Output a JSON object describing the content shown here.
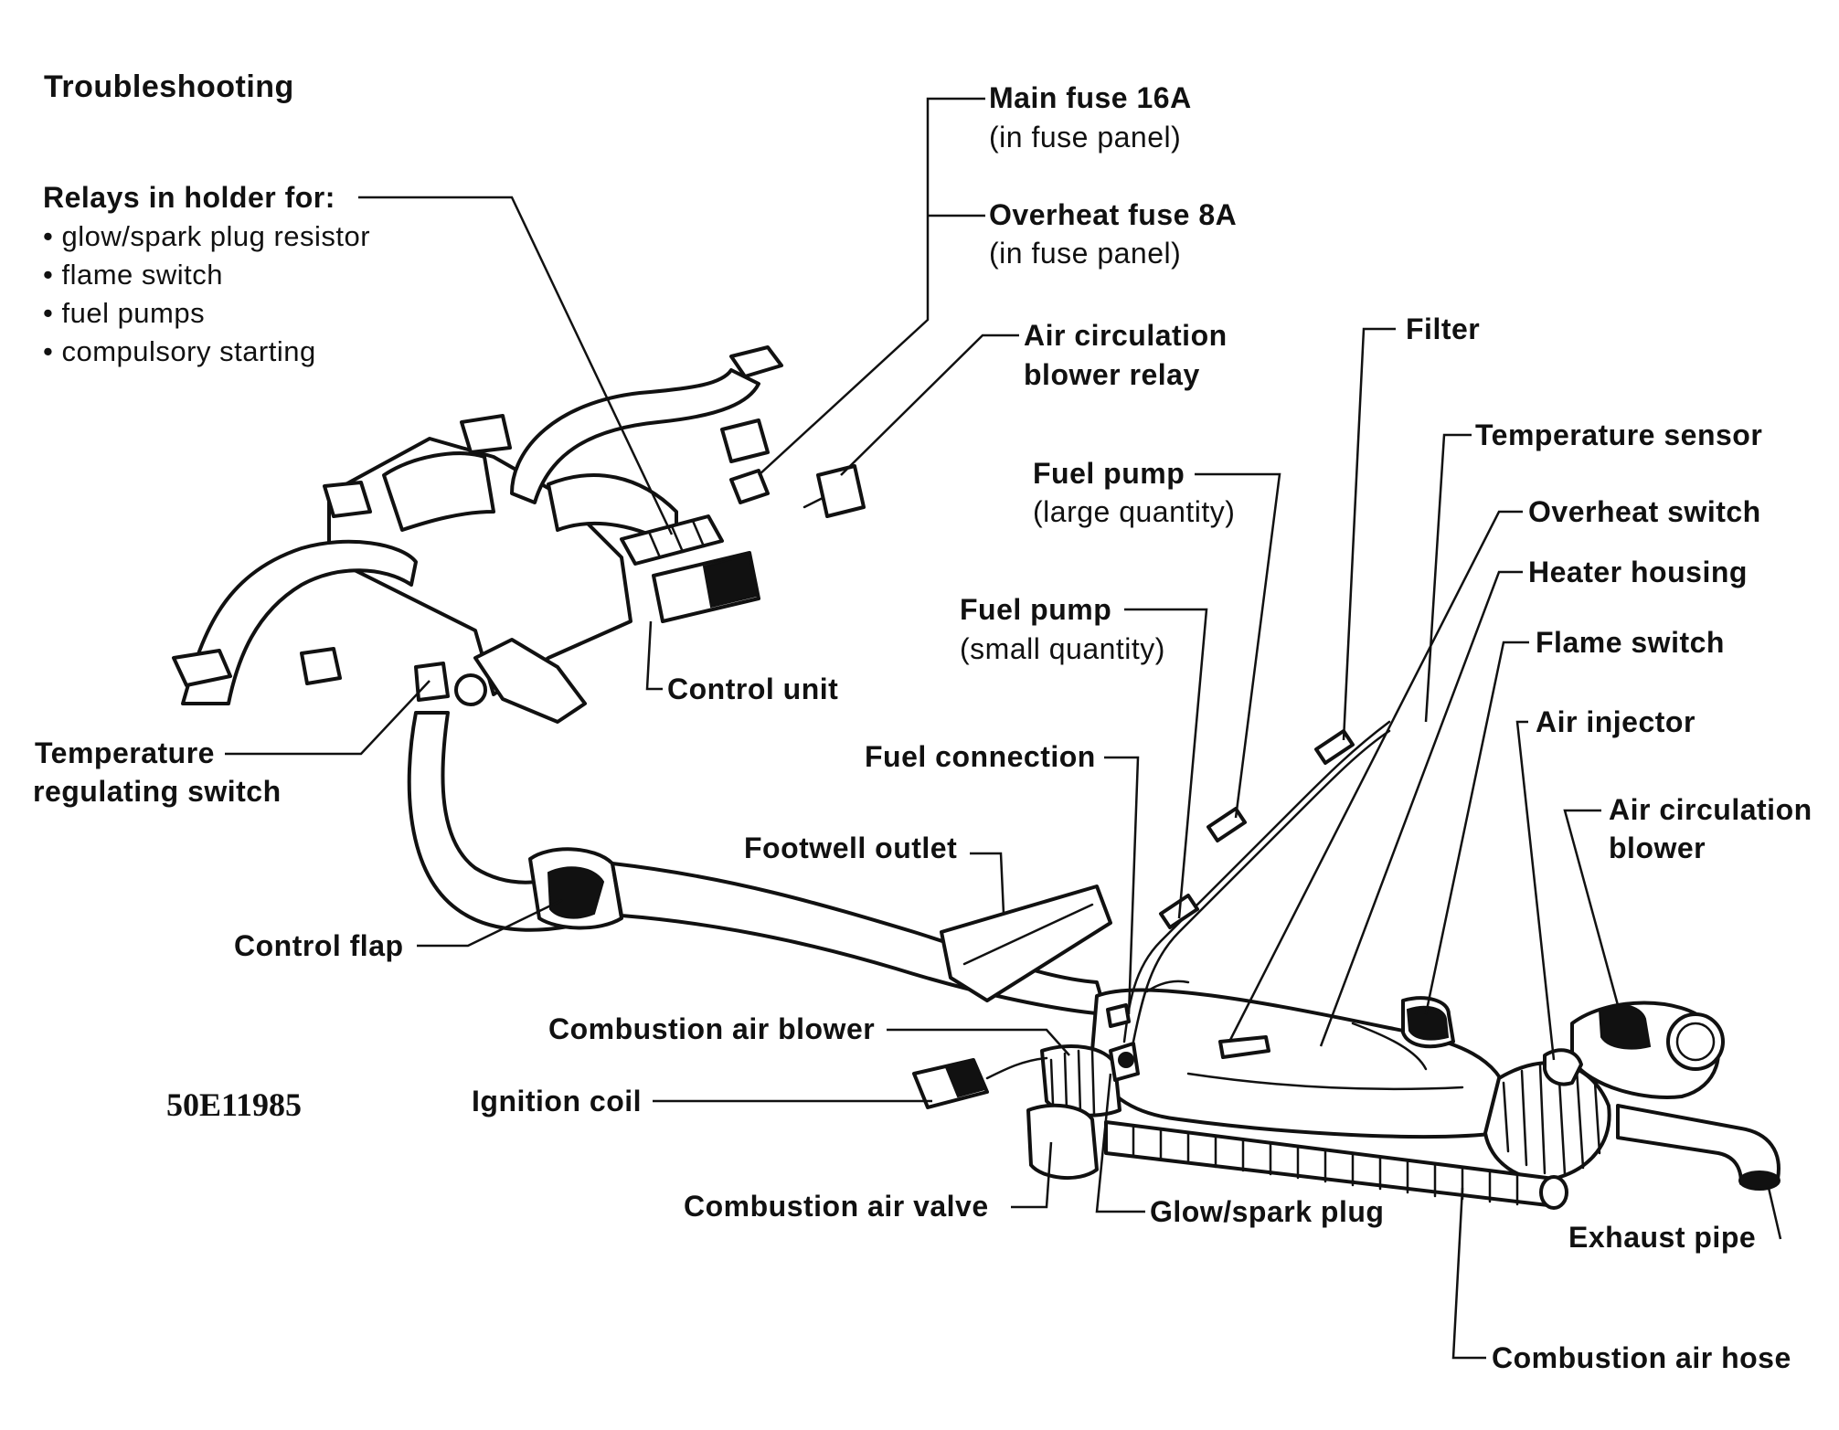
{
  "title": "Troubleshooting",
  "doc_id": "50E11985",
  "relays": {
    "heading": "Relays in holder for:",
    "items": [
      "glow/spark plug resistor",
      "flame switch",
      "fuel pumps",
      "compulsory starting"
    ]
  },
  "labels": {
    "main_fuse": "Main fuse 16A",
    "main_fuse_sub": "(in fuse panel)",
    "overheat_fuse": "Overheat fuse 8A",
    "overheat_fuse_sub": "(in fuse panel)",
    "air_circ_relay_1": "Air circulation",
    "air_circ_relay_2": "blower relay",
    "filter": "Filter",
    "temperature_sensor": "Temperature sensor",
    "fuel_pump_large": "Fuel pump",
    "fuel_pump_large_sub": "(large quantity)",
    "overheat_switch": "Overheat switch",
    "heater_housing": "Heater housing",
    "fuel_pump_small": "Fuel pump",
    "fuel_pump_small_sub": "(small quantity)",
    "flame_switch": "Flame switch",
    "control_unit": "Control unit",
    "air_injector": "Air injector",
    "temp_reg_1": "Temperature",
    "temp_reg_2": "regulating switch",
    "fuel_connection": "Fuel connection",
    "air_circ_blower_1": "Air circulation",
    "air_circ_blower_2": "blower",
    "footwell_outlet": "Footwell outlet",
    "control_flap": "Control flap",
    "combustion_air_blower": "Combustion air blower",
    "ignition_coil": "Ignition coil",
    "combustion_air_valve": "Combustion air valve",
    "glow_spark_plug": "Glow/spark plug",
    "exhaust_pipe": "Exhaust pipe",
    "combustion_air_hose": "Combustion air hose"
  }
}
